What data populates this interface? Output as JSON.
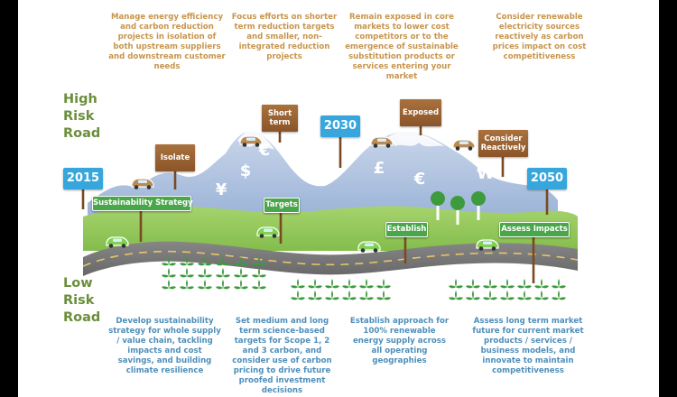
{
  "top_texts": [
    "Manage energy efficiency and carbon reduction projects in isolation of both upstream suppliers and downstream customer needs",
    "Focus efforts on shorter term reduction targets and smaller, non-integrated reduction projects",
    "Remain exposed in core markets to lower cost competitors or to the emergence of sustainable substitution products or services entering your market",
    "Consider renewable electricity sources reactively as carbon prices impact on cost competitiveness"
  ],
  "bottom_texts": [
    "Develop sustainability strategy for whole supply / value chain, tackling impacts and cost savings, and building climate resilience",
    "Set medium and long term science-based targets for Scope 1, 2 and 3 carbon, and consider use of carbon pricing to drive future proofed investment decisions",
    "Establish approach for 100% renewable energy supply across all operating geographies",
    "Assess long term market future for current market products / services / business models, and innovate to maintain competitiveness"
  ],
  "roads": {
    "high": "High Risk Road",
    "low": "Low Risk Road"
  },
  "years": [
    "2015",
    "2030",
    "2050"
  ],
  "high_signs": [
    "Isolate",
    "Short term",
    "Exposed",
    "Consider Reactively"
  ],
  "low_signs": [
    "Sustainability Strategy",
    "Targets",
    "Establish",
    "Assess Impacts"
  ],
  "currency_symbols": [
    "$",
    "¥",
    "€",
    "£",
    "€",
    "₩"
  ],
  "colors": {
    "top_text": "#c8954c",
    "bottom_text": "#4e8fba",
    "road_label": "#6b8e3d",
    "year_sign": "#37a6dc",
    "green_sign": "#4aa64a",
    "wood_sign": "#9a6230",
    "mountain": "#a7bddc",
    "grass": "#8fc458",
    "road": "#747474",
    "car": "#7ed24d",
    "car_high": "#b98a52",
    "plant": "#3e9a3e"
  },
  "icons": [
    "car-icon",
    "plant-icon",
    "tree-icon",
    "currency-icon",
    "signpost-icon"
  ]
}
